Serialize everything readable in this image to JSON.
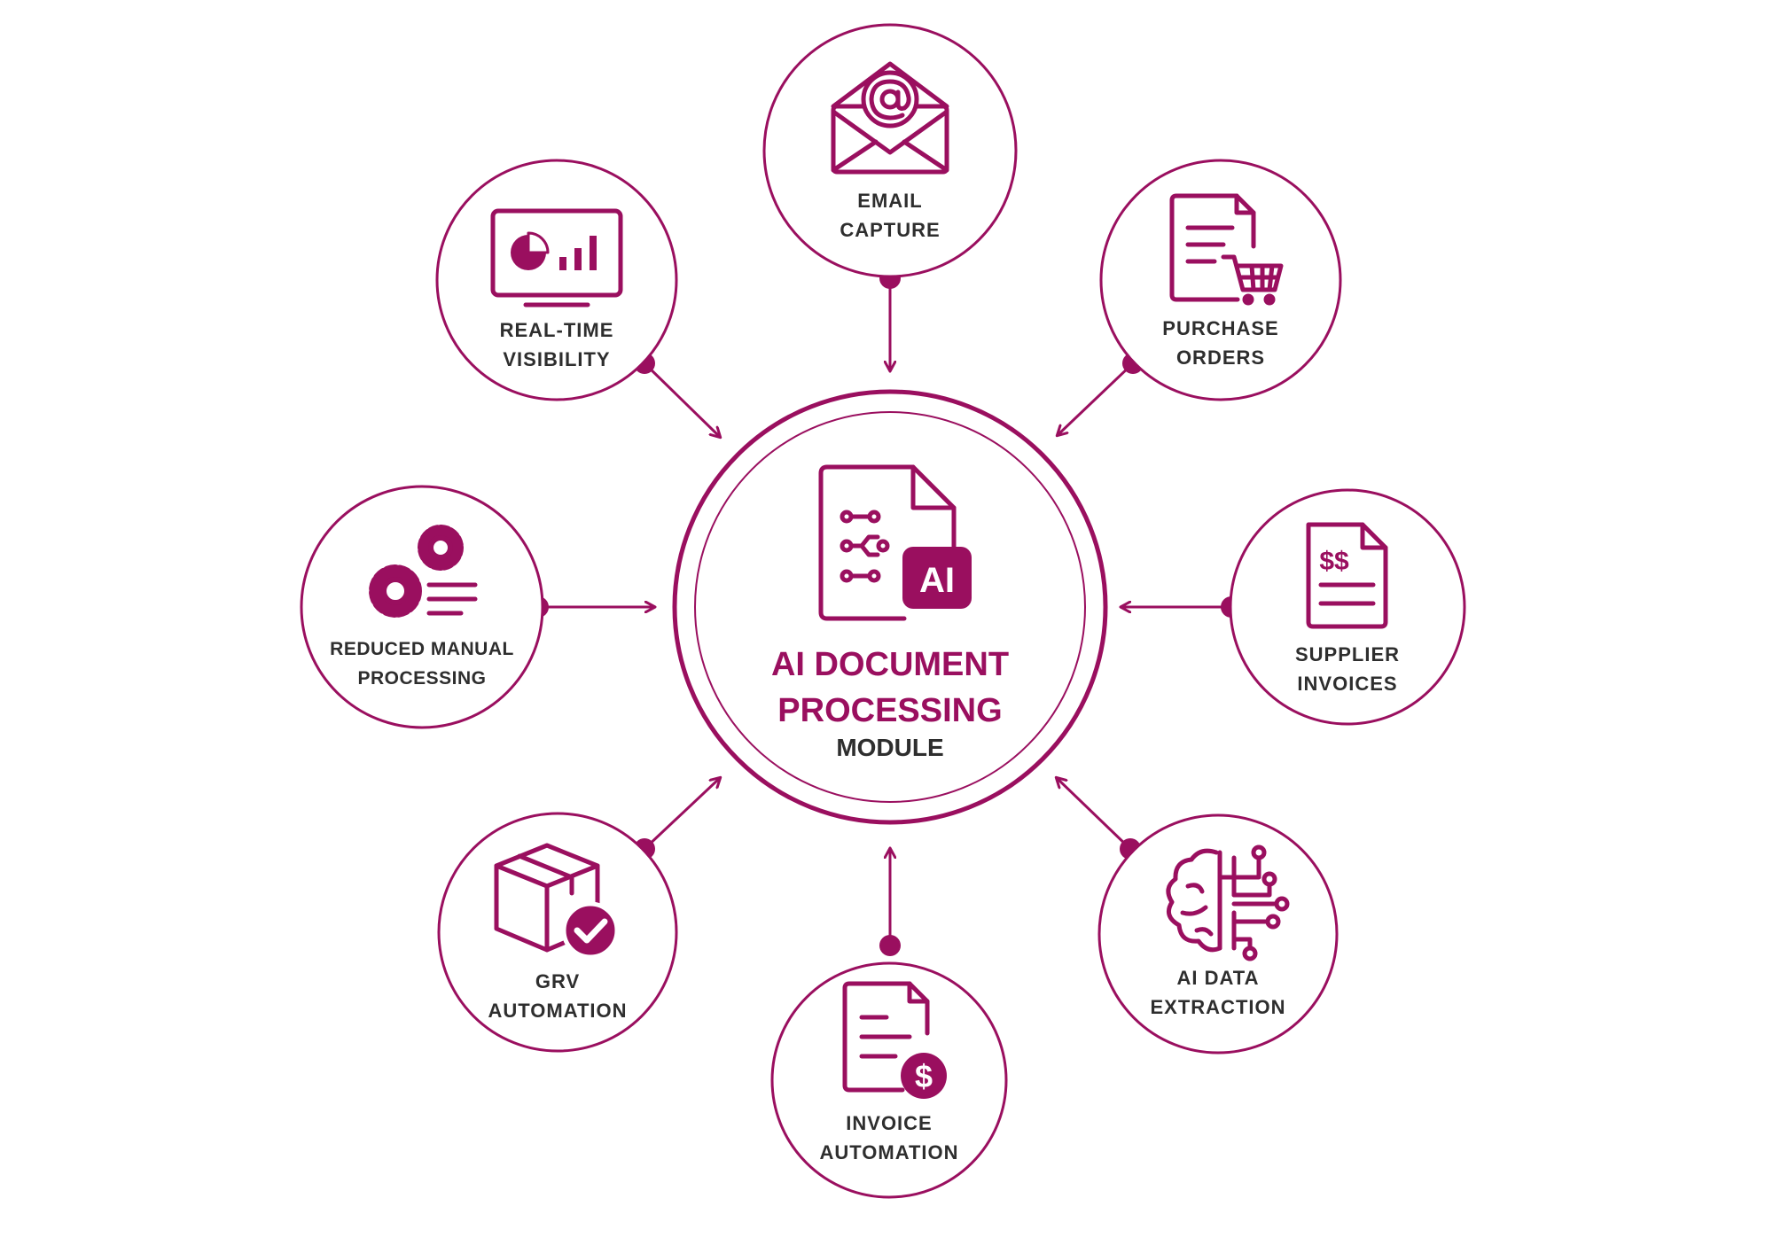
{
  "colors": {
    "accent": "#9a0f5f",
    "text": "#2e2e2e",
    "background": "#ffffff"
  },
  "center": {
    "title_line1": "AI DOCUMENT",
    "title_line2": "PROCESSING",
    "subtitle": "MODULE",
    "badge": "AI",
    "icon": "ai-document-icon"
  },
  "nodes": {
    "email": {
      "line1": "EMAIL",
      "line2": "CAPTURE",
      "icon": "envelope-at-icon"
    },
    "purchase": {
      "line1": "PURCHASE",
      "line2": "ORDERS",
      "icon": "document-cart-icon"
    },
    "supplier": {
      "line1": "SUPPLIER",
      "line2": "INVOICES",
      "icon": "invoice-dollar-icon"
    },
    "extraction": {
      "line1": "AI DATA",
      "line2": "EXTRACTION",
      "icon": "brain-circuit-icon"
    },
    "invoice": {
      "line1": "INVOICE",
      "line2": "AUTOMATION",
      "icon": "document-dollar-icon"
    },
    "grv": {
      "line1": "GRV",
      "line2": "AUTOMATION",
      "icon": "box-check-icon"
    },
    "manual": {
      "line1": "REDUCED MANUAL",
      "line2": "PROCESSING",
      "icon": "gears-icon"
    },
    "visibility": {
      "line1": "REAL-TIME",
      "line2": "VISIBILITY",
      "icon": "monitor-chart-icon"
    }
  }
}
